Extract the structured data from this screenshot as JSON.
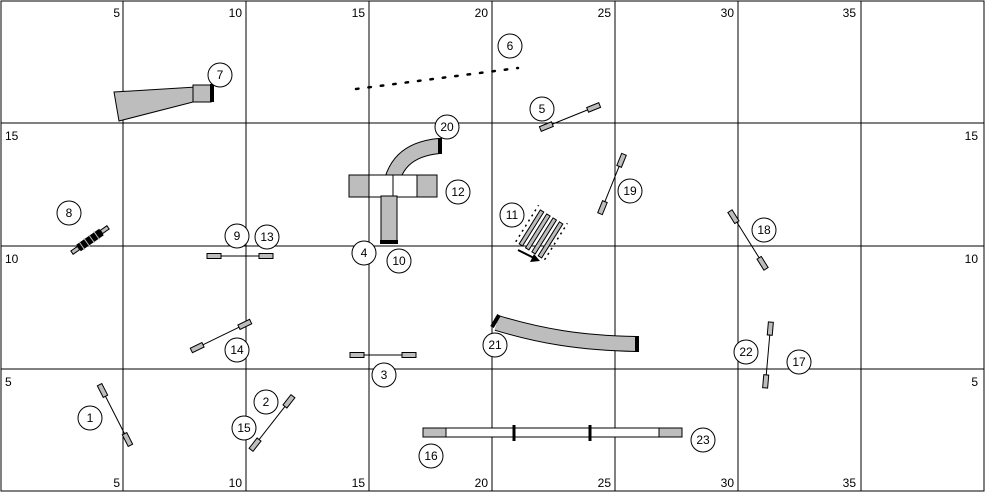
{
  "colors": {
    "background": "#ffffff",
    "grid": "#000000",
    "equipment_fill": "#bdbdbd",
    "outline": "#000000"
  },
  "grid": {
    "top_labels": [
      "5",
      "10",
      "15",
      "20",
      "25",
      "30",
      "35"
    ],
    "bottom_labels": [
      "5",
      "10",
      "15",
      "20",
      "25",
      "30",
      "35"
    ],
    "left_labels": [
      "15",
      "10",
      "5"
    ],
    "right_labels": [
      "15",
      "10",
      "5"
    ]
  },
  "obstacles": [
    {
      "number": "1",
      "type": "jump"
    },
    {
      "number": "2",
      "type": "jump"
    },
    {
      "number": "3",
      "type": "jump"
    },
    {
      "number": "4",
      "type": "tunnel"
    },
    {
      "number": "5",
      "type": "jump"
    },
    {
      "number": "6",
      "type": "dotted-line"
    },
    {
      "number": "7",
      "type": "chute"
    },
    {
      "number": "8",
      "type": "tire"
    },
    {
      "number": "9",
      "type": "jump"
    },
    {
      "number": "10",
      "type": "tunnel"
    },
    {
      "number": "11",
      "type": "weave-poles"
    },
    {
      "number": "12",
      "type": "table"
    },
    {
      "number": "13",
      "type": "jump"
    },
    {
      "number": "14",
      "type": "jump"
    },
    {
      "number": "15",
      "type": "jump"
    },
    {
      "number": "16",
      "type": "dogwalk"
    },
    {
      "number": "17",
      "type": "jump"
    },
    {
      "number": "18",
      "type": "jump"
    },
    {
      "number": "19",
      "type": "jump"
    },
    {
      "number": "20",
      "type": "tunnel"
    },
    {
      "number": "21",
      "type": "tunnel"
    },
    {
      "number": "22",
      "type": "jump"
    },
    {
      "number": "23",
      "type": "dogwalk"
    }
  ]
}
